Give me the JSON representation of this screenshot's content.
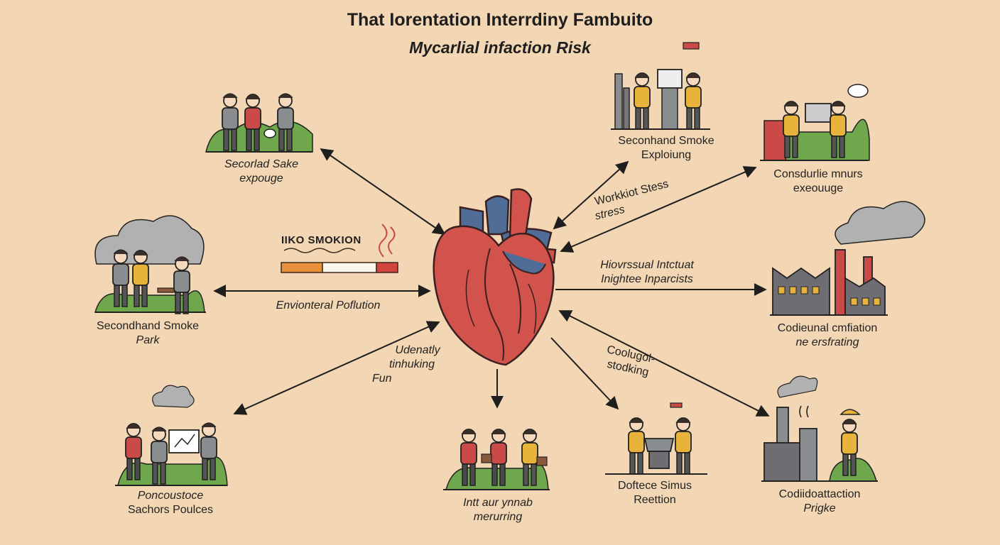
{
  "title": {
    "line1": "That Iorentation Interrdiny Fambuito",
    "line2": "Mycarlial infaction Risk"
  },
  "center": {
    "icon": "heart-icon"
  },
  "cigarette": {
    "label": "IIKO SMOKION",
    "icon": "cigarette-icon"
  },
  "nodes": {
    "top_left": {
      "line1": "Secorlad Sake",
      "line2": "expouge",
      "icon": "family-park-icon"
    },
    "top_center_right": {
      "line1": "Seconhand Smoke",
      "line2": "Exploiung",
      "icon": "workers-machine-icon"
    },
    "top_right": {
      "line1": "Consdurlie mnurs",
      "line2": "exeouuge",
      "icon": "workers-screen-icon"
    },
    "middle_left": {
      "line1": "Secondhand Smoke",
      "line2": "Park",
      "icon": "park-smoke-icon"
    },
    "middle_right": {
      "line1": "Codieunal cmfiation",
      "line2": "ne ersfrating",
      "icon": "factory-icon"
    },
    "bottom_left": {
      "line1": "Poncoustoce",
      "line2": "Sachors Poulces",
      "icon": "family-computer-icon"
    },
    "bottom_center": {
      "line1": "Intt aur ynnab",
      "line2": "merurring",
      "icon": "family-walking-icon"
    },
    "bottom_center_right": {
      "line1": "Doftece Simus",
      "line2": "Reettion",
      "icon": "cooking-workers-icon"
    },
    "bottom_right": {
      "line1": "Codiidoattaction",
      "line2": "Prigke",
      "icon": "industrial-worker-icon"
    }
  },
  "edge_labels": {
    "pollution": "Envionteral Poflution",
    "workplace_line1": "Workkiot Stess",
    "workplace_line2": "stress",
    "household_line1": "Hiovrssual Intctuat",
    "household_line2": "Inightee Inparcists",
    "udenatly_line1": "Udenatly",
    "udenatly_line2": "tinhuking",
    "udenatly_line3": "Fun",
    "cooking_line1": "Coolugol-",
    "cooking_line2": "stodking"
  },
  "colors": {
    "background": "#f3d6b3",
    "heart_red": "#d2534c",
    "heart_blue": "#4f6d96",
    "grass": "#6fa74d",
    "figure_yellow": "#e7b33a",
    "figure_red": "#c94a47",
    "figure_gray": "#8a8d90",
    "smoke_gray": "#b1b1b1"
  }
}
